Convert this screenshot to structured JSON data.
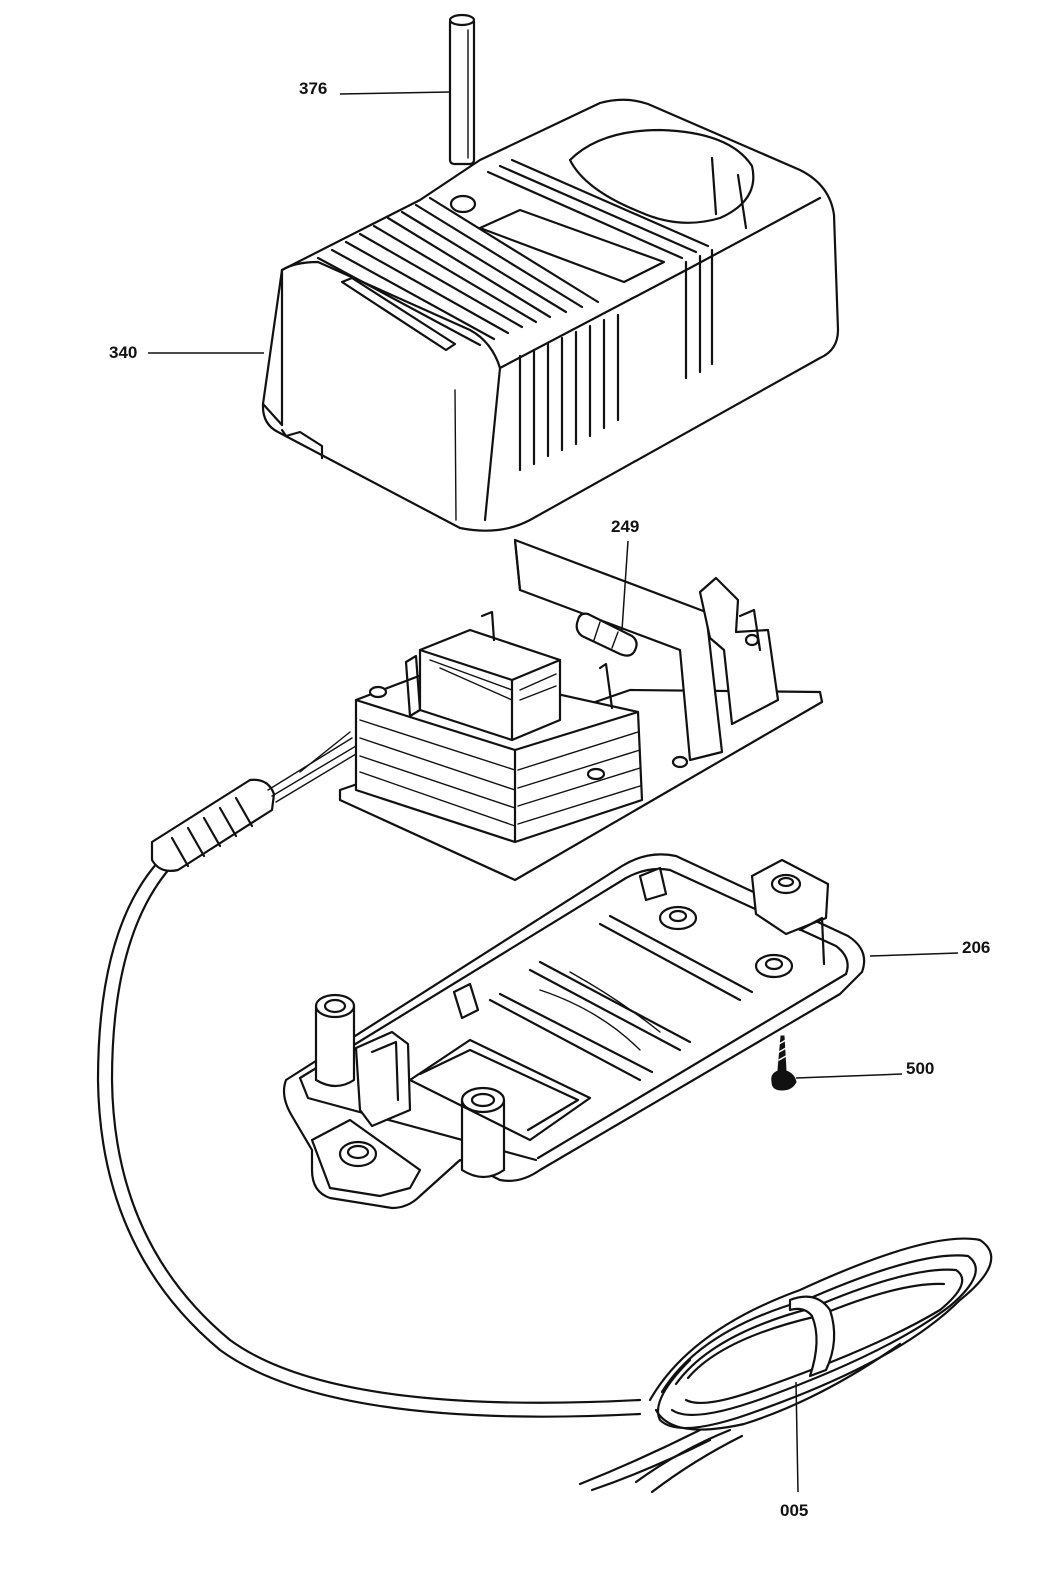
{
  "colors": {
    "ink": "#111111",
    "paper": "#ffffff"
  },
  "labels": {
    "p376": "376",
    "p340": "340",
    "p249": "249",
    "p206": "206",
    "p500": "500",
    "p005": "005"
  }
}
